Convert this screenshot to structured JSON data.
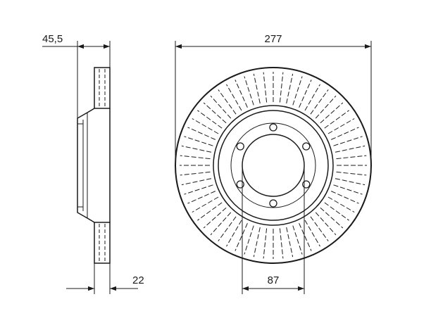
{
  "dimensions": {
    "outer_diameter": "277",
    "hub_diameter": "87",
    "total_height": "45,5",
    "disc_thickness": "22"
  },
  "disc": {
    "bolt_holes": 6,
    "vent_slots": 60
  },
  "colors": {
    "line": "#1a1a1a",
    "background": "#ffffff"
  }
}
